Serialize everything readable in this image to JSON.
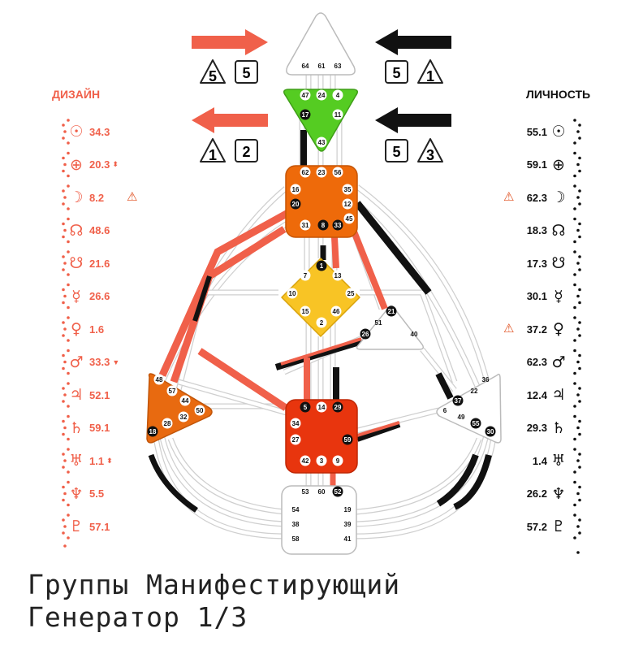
{
  "design": {
    "title": "ДИЗАЙН",
    "planets": [
      {
        "icon": "sun-icon",
        "glyph": "☉",
        "value": "34.3"
      },
      {
        "icon": "earth-icon",
        "glyph": "⊕",
        "value": "20.3",
        "mark": "⬍"
      },
      {
        "icon": "moon-icon",
        "glyph": "☽",
        "value": "8.2",
        "warning": "⚠"
      },
      {
        "icon": "north-node-icon",
        "glyph": "☊",
        "value": "48.6"
      },
      {
        "icon": "south-node-icon",
        "glyph": "☋",
        "value": "21.6"
      },
      {
        "icon": "mercury-icon",
        "glyph": "☿",
        "value": "26.6"
      },
      {
        "icon": "venus-icon",
        "glyph": "♀",
        "value": "1.6"
      },
      {
        "icon": "mars-icon",
        "glyph": "♂",
        "value": "33.3",
        "mark": "▼"
      },
      {
        "icon": "jupiter-icon",
        "glyph": "♃",
        "value": "52.1"
      },
      {
        "icon": "saturn-icon",
        "glyph": "♄",
        "value": "59.1"
      },
      {
        "icon": "uranus-icon",
        "glyph": "♅",
        "value": "1.1",
        "mark": "⬍"
      },
      {
        "icon": "neptune-icon",
        "glyph": "♆",
        "value": "5.5"
      },
      {
        "icon": "pluto-icon",
        "glyph": "♇",
        "value": "57.1"
      }
    ]
  },
  "personality": {
    "title": "ЛИЧНОСТЬ",
    "planets": [
      {
        "icon": "sun-icon",
        "glyph": "☉",
        "value": "55.1"
      },
      {
        "icon": "earth-icon",
        "glyph": "⊕",
        "value": "59.1"
      },
      {
        "icon": "moon-icon",
        "glyph": "☽",
        "value": "62.3",
        "warning": "⚠"
      },
      {
        "icon": "north-node-icon",
        "glyph": "☊",
        "value": "18.3"
      },
      {
        "icon": "south-node-icon",
        "glyph": "☋",
        "value": "17.3"
      },
      {
        "icon": "mercury-icon",
        "glyph": "☿",
        "value": "30.1"
      },
      {
        "icon": "venus-icon",
        "glyph": "♀",
        "value": "37.2",
        "warning": "⚠"
      },
      {
        "icon": "mars-icon",
        "glyph": "♂",
        "value": "62.3"
      },
      {
        "icon": "jupiter-icon",
        "glyph": "♃",
        "value": "12.4"
      },
      {
        "icon": "saturn-icon",
        "glyph": "♄",
        "value": "29.3"
      },
      {
        "icon": "uranus-icon",
        "glyph": "♅",
        "value": "1.4"
      },
      {
        "icon": "neptune-icon",
        "glyph": "♆",
        "value": "26.2"
      },
      {
        "icon": "pluto-icon",
        "glyph": "♇",
        "value": "57.2"
      }
    ]
  },
  "variables": {
    "top_left": [
      "5",
      "5"
    ],
    "top_right": [
      "5",
      "1"
    ],
    "bottom_left": [
      "1",
      "2"
    ],
    "bottom_right": [
      "5",
      "3"
    ]
  },
  "centers": {
    "head": [
      "64",
      "61",
      "63"
    ],
    "ajna": [
      "47",
      "24",
      "4",
      "17",
      "11",
      "43"
    ],
    "throat": [
      "62",
      "23",
      "56",
      "16",
      "35",
      "20",
      "12",
      "31",
      "8",
      "33",
      "45"
    ],
    "g": [
      "1",
      "7",
      "13",
      "10",
      "25",
      "15",
      "46",
      "2"
    ],
    "ego": [
      "21",
      "51",
      "26",
      "40"
    ],
    "spleen": [
      "48",
      "57",
      "44",
      "50",
      "32",
      "28",
      "18"
    ],
    "solar_plexus": [
      "36",
      "22",
      "37",
      "6",
      "49",
      "55",
      "30"
    ],
    "sacral": [
      "5",
      "14",
      "29",
      "34",
      "27",
      "59",
      "42",
      "3",
      "9"
    ],
    "root": [
      "53",
      "60",
      "52",
      "54",
      "19",
      "38",
      "39",
      "58",
      "41"
    ]
  },
  "colors": {
    "design": "#f0604a",
    "personality": "#111111",
    "head": "#ffffff",
    "ajna": "#55cc22",
    "throat": "#ee6a0a",
    "g": "#f8c425",
    "spleen": "#e86a10",
    "sacral": "#e8350e"
  },
  "footer": {
    "line1": "Группы Манифестирующий",
    "line2": "Генератор 1/3"
  }
}
